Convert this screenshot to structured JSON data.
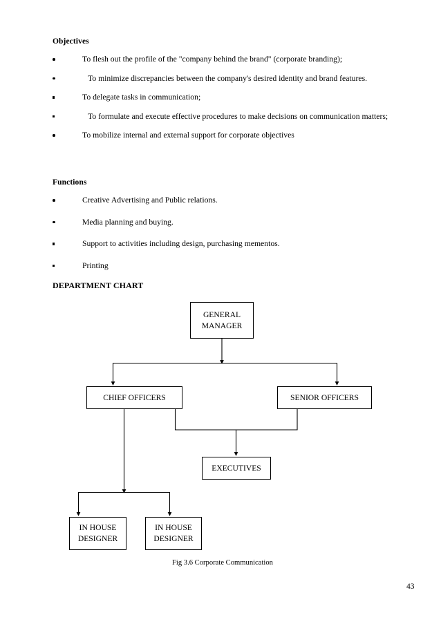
{
  "document": {
    "page_number": "43",
    "figure_caption": "Fig 3.6 Corporate Communication"
  },
  "sections": {
    "objectives": {
      "heading": "Objectives",
      "items": [
        {
          "marker": "dot",
          "text": "To flesh out the profile of the \"company behind the brand\" (corporate branding);"
        },
        {
          "marker": "dot",
          "text": "To minimize discrepancies between the company's desired identity and brand features."
        },
        {
          "marker": "square",
          "text": "To delegate tasks in communication;"
        },
        {
          "marker": "square",
          "text": "To formulate and execute effective procedures to make decisions on communication matters;"
        },
        {
          "marker": "dot",
          "text": "To mobilize internal and external support for corporate objectives"
        }
      ]
    },
    "functions": {
      "heading": "Functions",
      "items": [
        {
          "marker": "dot",
          "text": "Creative Advertising and Public relations."
        },
        {
          "marker": "dot",
          "text": "Media planning and buying."
        },
        {
          "marker": "square",
          "text": "Support to activities including design, purchasing mementos."
        },
        {
          "marker": "square",
          "text": "Printing"
        }
      ]
    },
    "department_chart": {
      "heading": "DEPARTMENT CHART"
    }
  },
  "chart_data": {
    "type": "diagram",
    "title": "DEPARTMENT CHART",
    "caption": "Fig 3.6 Corporate Communication",
    "nodes": [
      {
        "id": "general-manager",
        "label": "GENERAL MANAGER",
        "level": 0
      },
      {
        "id": "chief-officers",
        "label": "CHIEF OFFICERS",
        "level": 1
      },
      {
        "id": "senior-officers",
        "label": "SENIOR OFFICERS",
        "level": 1
      },
      {
        "id": "executives",
        "label": "EXECUTIVES",
        "level": 2
      },
      {
        "id": "designer-1",
        "label": "IN HOUSE DESIGNER",
        "level": 3
      },
      {
        "id": "designer-2",
        "label": "IN HOUSE DESIGNER",
        "level": 3
      }
    ],
    "edges": [
      {
        "from": "general-manager",
        "to": "chief-officers"
      },
      {
        "from": "general-manager",
        "to": "senior-officers"
      },
      {
        "from": "chief-officers",
        "to": "executives"
      },
      {
        "from": "senior-officers",
        "to": "executives"
      },
      {
        "from": "chief-officers",
        "to": "designer-1"
      },
      {
        "from": "chief-officers",
        "to": "designer-2"
      }
    ],
    "line_color": "#000000",
    "box_fill": "#ffffff"
  }
}
